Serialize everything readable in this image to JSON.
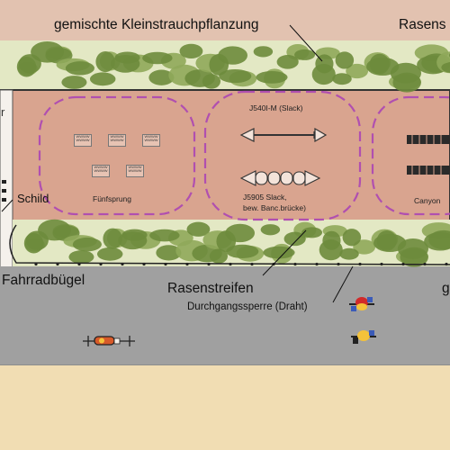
{
  "colors": {
    "sand": "#f1ddb3",
    "path_top": "#e2c2b0",
    "plan_area": "#d9a48f",
    "hedge_band": "#e3e8c4",
    "shrub_dark": "#6d8b3c",
    "shrub_light": "#8fa85a",
    "road": "#a0a0a0",
    "zone_outline": "#b04fb0",
    "fence": "#222222"
  },
  "labels": {
    "shrubs": "gemischte Kleinstrauchpflanzung",
    "lawn_top": "Rasens",
    "sign": "Schild",
    "bike_rack": "Fahrradbügel",
    "lawn_strip": "Rasenstreifen",
    "lawn_strip_right": "g",
    "barrier": "Durchgangssperre (Draht)",
    "left_edge": "r"
  },
  "zones": {
    "left_name": "Fünfsprung",
    "middle_top": "J540I-M (Slack)",
    "middle_bottom_1": "J5905 Slack,",
    "middle_bottom_2": "bew. Banc.brücke)",
    "right_name": "Canyon"
  },
  "box_text": "WWWW\nWWWW",
  "icons": [
    "bicycle-icon",
    "cyclist-icon"
  ]
}
